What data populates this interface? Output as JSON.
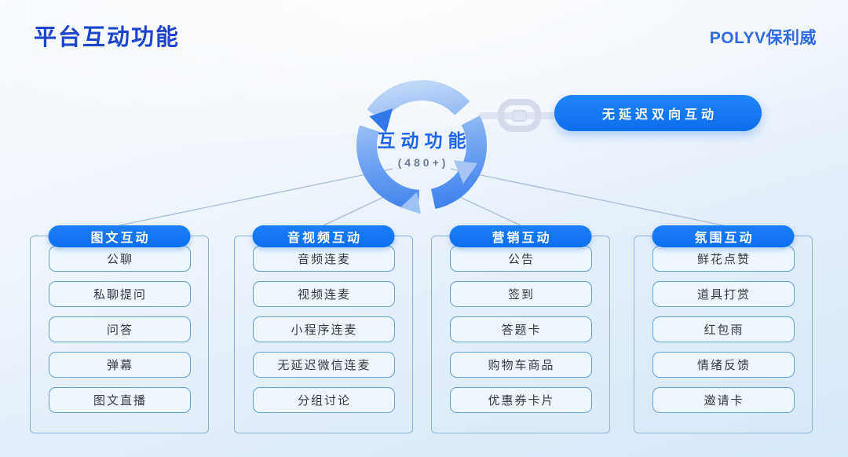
{
  "header": {
    "title": "平台互动功能",
    "logo": "POLYV保利威"
  },
  "hub": {
    "label": "互动功能",
    "count": "(480+)"
  },
  "badge": {
    "label": "无延迟双向互动"
  },
  "columns": [
    {
      "header": "图文互动",
      "items": [
        "公聊",
        "私聊提问",
        "问答",
        "弹幕",
        "图文直播"
      ]
    },
    {
      "header": "音视频互动",
      "items": [
        "音频连麦",
        "视频连麦",
        "小程序连麦",
        "无延迟微信连麦",
        "分组讨论"
      ]
    },
    {
      "header": "营销互动",
      "items": [
        "公告",
        "签到",
        "答题卡",
        "购物车商品",
        "优惠券卡片"
      ]
    },
    {
      "header": "氛围互动",
      "items": [
        "鲜花点赞",
        "道具打赏",
        "红包雨",
        "情绪反馈",
        "邀请卡"
      ]
    }
  ],
  "icons": {
    "hub": "cycle-arrows-icon",
    "connector": "chain-link-icon"
  },
  "colors": {
    "accent_blue": "#0d6ef0",
    "title_blue": "#1c45cc",
    "hub_label_blue": "#1e66e5",
    "hub_count_gray": "#6b7c93",
    "line_blue": "#a9bdd8",
    "item_fill": "#edf6fd",
    "item_border": "#66a2d8",
    "chain_gray": "#d6deee"
  }
}
